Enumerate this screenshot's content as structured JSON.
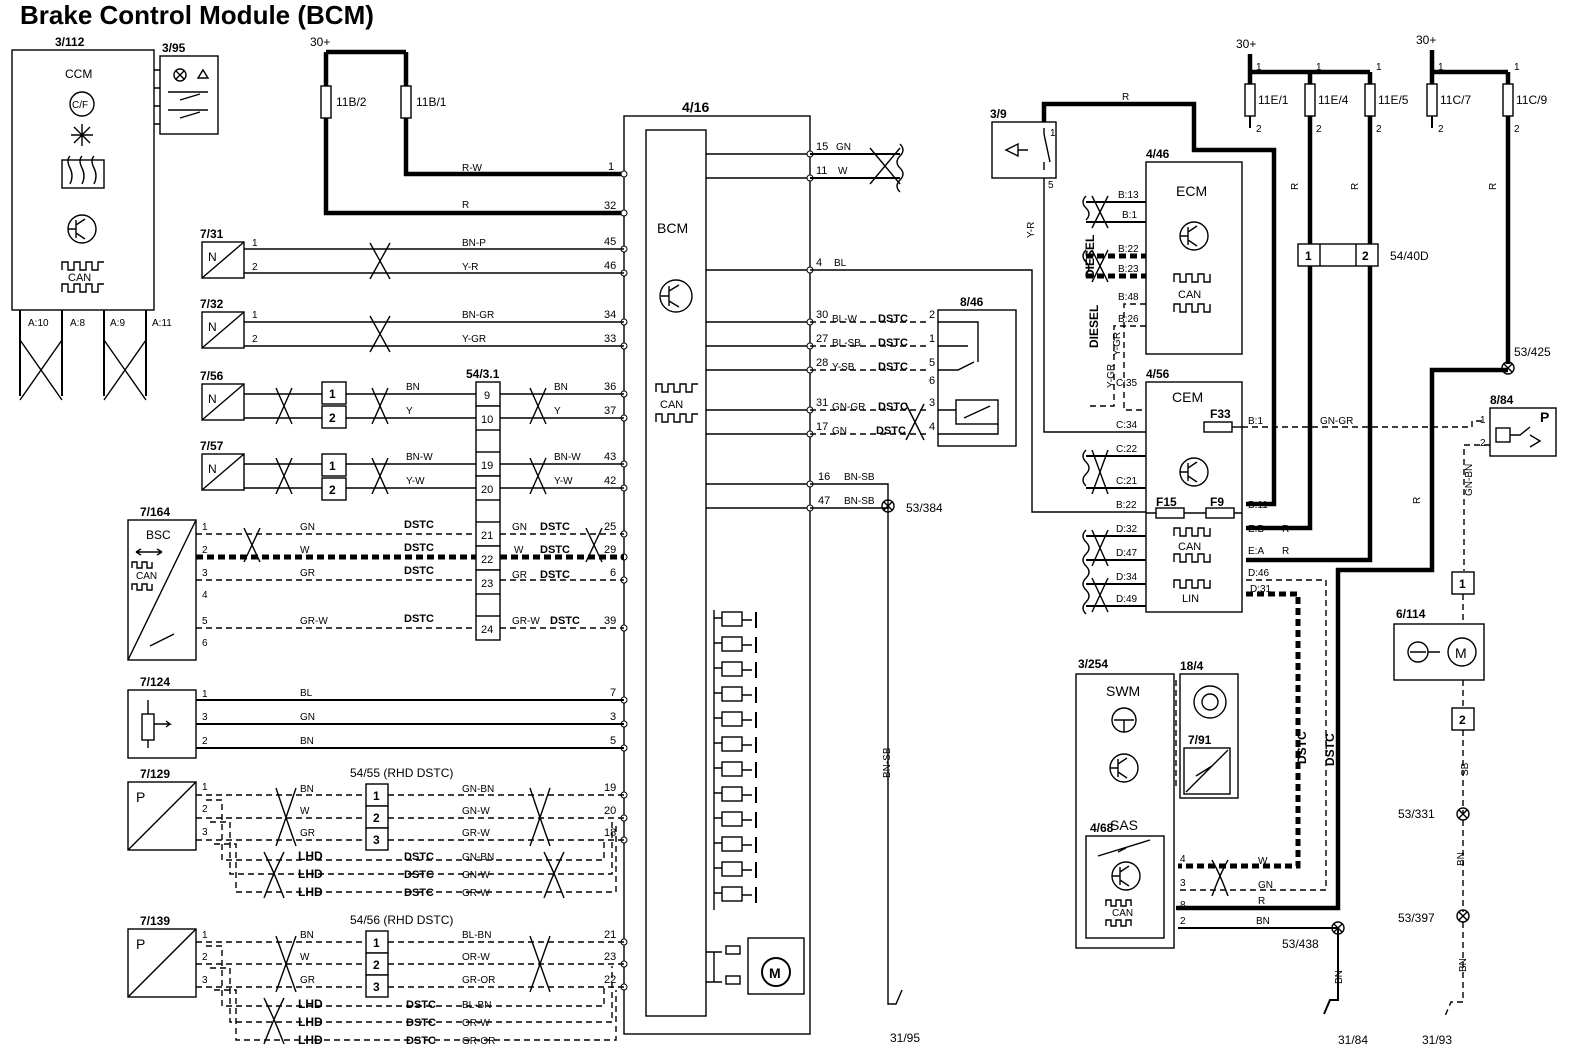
{
  "title": "Brake Control Module (BCM)",
  "supply": {
    "s30_left": "30+",
    "s30_mid": "30+",
    "s30_right": "30+"
  },
  "fuses": {
    "f11b2": "11B/2",
    "f11b1": "11B/1",
    "f11e1": "11E/1",
    "f11e4": "11E/4",
    "f11e5": "11E/5",
    "f11c7": "11C/7",
    "f11c9": "11C/9"
  },
  "components": {
    "c3112": "3/112",
    "ccm": "CCM",
    "c395": "3/95",
    "c416": "4/16",
    "bcm": "BCM",
    "c731": "7/31",
    "c732": "7/32",
    "c756": "7/56",
    "c757": "7/57",
    "c7164": "7/164",
    "bsc": "BSC",
    "c7124": "7/124",
    "c7129": "7/129",
    "c7139": "7/139",
    "c5431": "54/3.1",
    "c5455": "54/55 (RHD DSTC)",
    "c5456": "54/56 (RHD DSTC)",
    "c846": "8/46",
    "c39": "3/9",
    "c446": "4/46",
    "ecm": "ECM",
    "c456": "4/56",
    "cem": "CEM",
    "c5440d": "54/40D",
    "c53425": "53/425",
    "c884": "8/84",
    "c6114": "6/114",
    "c3254": "3/254",
    "swm": "SWM",
    "c184": "18/4",
    "c791": "7/91",
    "c468": "4/68",
    "sas": "SAS",
    "c53384": "53/384",
    "c53438": "53/438",
    "c53331": "53/331",
    "c53397": "53/397",
    "g3195": "31/95",
    "g3184": "31/84",
    "g3193": "31/93"
  },
  "labels": {
    "can": "CAN",
    "lin": "LIN",
    "dstc": "DSTC",
    "lhd": "LHD",
    "diesel": "DIESEL",
    "f33": "F33",
    "f15": "F15",
    "f9": "F9",
    "n": "N",
    "p": "P",
    "m": "M",
    "acc": "C/F"
  },
  "wires": {
    "r": "R",
    "rw": "R-W",
    "gn": "GN",
    "w": "W",
    "bl": "BL",
    "bn": "BN",
    "y": "Y",
    "gr": "GR",
    "sb": "SB",
    "bnp": "BN-P",
    "yr": "Y-R",
    "bngr": "BN-GR",
    "ygr": "Y-GR",
    "bnw": "BN-W",
    "yw": "Y-W",
    "grw": "GR-W",
    "blw": "BL-W",
    "blsb": "BL-SB",
    "ysb": "Y-SB",
    "gngr": "GN-GR",
    "bnsb": "BN-SB",
    "gnbn": "GN-BN",
    "gnw": "GN-W",
    "blbn": "BL-BN",
    "orw": "OR-W",
    "gror": "GR-OR"
  },
  "pins": {
    "p1": "1",
    "p2": "2",
    "p3": "3",
    "p4": "4",
    "p5": "5",
    "p6": "6",
    "p7": "7",
    "p8": "8",
    "p9": "9",
    "p10": "10",
    "p11": "11",
    "p15": "15",
    "p16": "16",
    "p17": "17",
    "p18": "18",
    "p19": "19",
    "p20": "20",
    "p21": "21",
    "p22": "22",
    "p23": "23",
    "p24": "24",
    "p25": "25",
    "p27": "27",
    "p28": "28",
    "p29": "29",
    "p30": "30",
    "p31": "31",
    "p32": "32",
    "p33": "33",
    "p34": "34",
    "p36": "36",
    "p37": "37",
    "p39": "39",
    "p42": "42",
    "p43": "43",
    "p45": "45",
    "p46": "46",
    "p47": "47",
    "a10": "A:10",
    "a8": "A:8",
    "a9": "A:9",
    "a11": "A:11",
    "b13": "B:13",
    "b1": "B:1",
    "b22": "B:22",
    "b23": "B:23",
    "b48": "B:48",
    "b26": "B:26",
    "b11": "B:11",
    "c35": "C:35",
    "c34": "C:34",
    "c22": "C:22",
    "c21": "C:21",
    "d32": "D:32",
    "d47": "D:47",
    "d34": "D:34",
    "d49": "D:49",
    "d46": "D:46",
    "d31": "D:31",
    "eb": "E:B",
    "ea": "E:A"
  }
}
